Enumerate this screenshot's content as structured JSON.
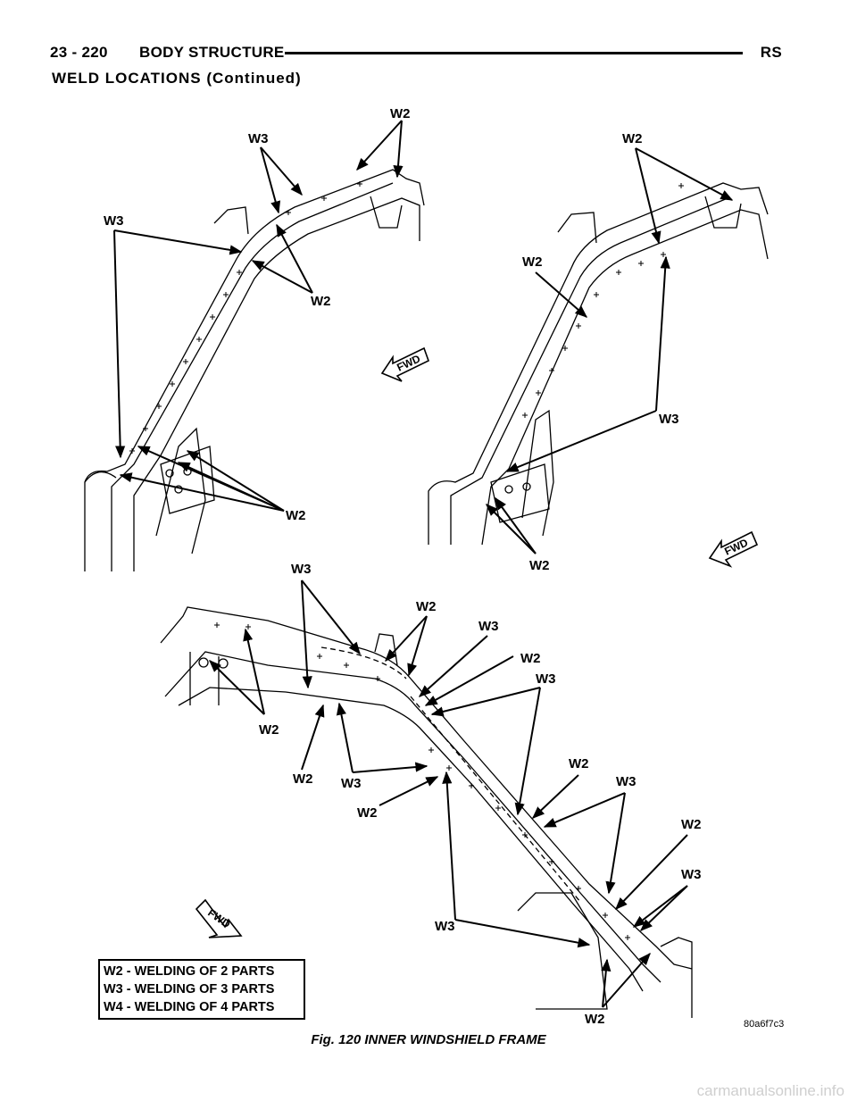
{
  "header": {
    "page_number": "23 - 220",
    "section": "BODY STRUCTURE",
    "code": "RS"
  },
  "section_title": "WELD LOCATIONS (Continued)",
  "figure": {
    "fwd_label": "FWD",
    "labels": {
      "w2": "W2",
      "w3": "W3"
    }
  },
  "legend": {
    "rows": [
      "W2 - WELDING OF 2 PARTS",
      "W3 - WELDING OF 3 PARTS",
      "W4 - WELDING OF 4 PARTS"
    ]
  },
  "figure_code": "80a6f7c3",
  "caption": "Fig. 120 INNER WINDSHIELD FRAME",
  "watermark": "carmanualsonline.info"
}
